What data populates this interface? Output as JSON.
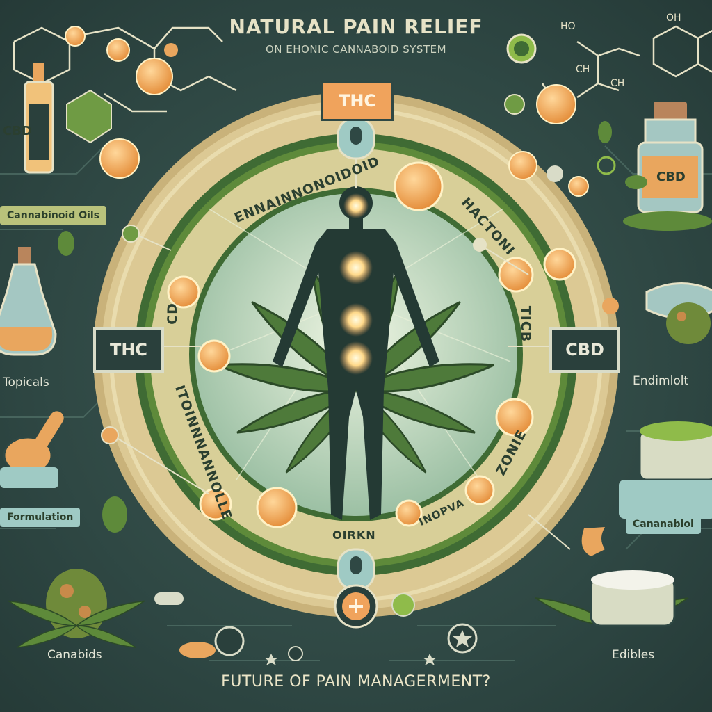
{
  "header": {
    "title": "NATURAL PAIN RELIEF",
    "subtitle": "ON EHONIC CANNABOID SYSTEM"
  },
  "footer": {
    "caption": "FUTURE OF PAIN MANAGERMENT?"
  },
  "ring_labels": {
    "top_left_arc": "ENNAINNONOIDOID",
    "top_right_arc": "HACTONI",
    "right_arc": "TICB",
    "left_arc": "CD",
    "bottom_left_arc": "ITOINNNANNOLLE",
    "bottom_right_arc": "ZONIE",
    "bottom_center": "OIRKN",
    "bottom_right_small": "INOPVA"
  },
  "badges": {
    "thc_top": "THC",
    "thc_left": "THC",
    "cbd_right": "CBD"
  },
  "product_labels": {
    "top_left_vial": "CBD",
    "left_tag": "Cannabinoid Oils",
    "left_topicals": "Topicals",
    "left_formulation": "Formulation",
    "bottom_left": "Canabids",
    "right_jar": "CBD",
    "right_top": "Endimlolt",
    "right_tag": "Cananabiol",
    "bottom_right": "Edibles"
  },
  "molecules": {
    "top_right_label_1": "OH",
    "top_right_label_2": "HO",
    "top_right_label_3": "CH",
    "top_right_label_4": "CH"
  },
  "colors": {
    "background": "#2f4844",
    "ring_outer": "#d9c88c",
    "ring_green": "#5e8a3a",
    "inner_circle": "#bcd6b8",
    "accent_orange": "#f0a35c",
    "leaf_green": "#4e7a3a",
    "silhouette": "#243a34",
    "glow": "#fff2b0"
  },
  "icons": [
    "cannabis-leaf-icon",
    "human-silhouette-icon",
    "molecule-icon",
    "dropper-bottle-icon",
    "jar-icon",
    "star-icon",
    "plus-icon",
    "flask-icon",
    "spoon-icon"
  ]
}
